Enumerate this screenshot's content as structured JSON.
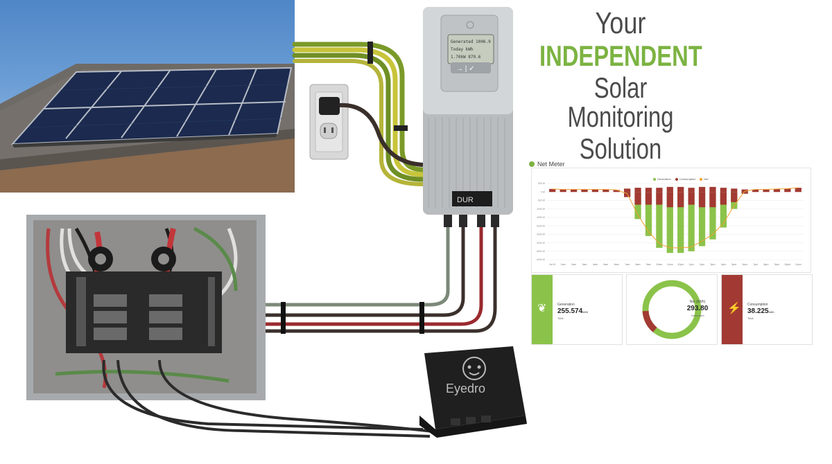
{
  "headline": {
    "line1": "Your",
    "line2": "INDEPENDENT",
    "line3": "Solar Monitoring",
    "line4": "Solution"
  },
  "device": {
    "brand": "DUR",
    "screen_lines": [
      "Generated 1006.9",
      "Today   kWh",
      "1.70kW   879.6"
    ]
  },
  "monitor": {
    "brand": "Eyedro",
    "icon": "eyedro-plug-logo"
  },
  "dashboard": {
    "title": "Net Meter",
    "legend": [
      "Generation",
      "Consumption",
      "Net"
    ],
    "colors": {
      "generation": "#8bc34a",
      "consumption": "#a23a33",
      "net": "#f0a030"
    },
    "generation_card": {
      "label": "Generation",
      "value": "255.574",
      "unit": "kWh",
      "sub": "Total",
      "icon": "leaf-icon"
    },
    "net_card": {
      "label": "Net (kWh)",
      "value": "293.80",
      "sub": "Generated"
    },
    "consumption_card": {
      "label": "Consumption",
      "value": "38.225",
      "unit": "kWh",
      "sub": "Total",
      "icon": "lightning-icon"
    }
  },
  "chart_data": {
    "type": "bar",
    "categories": [
      "Jul 10",
      "1am",
      "2am",
      "3am",
      "4am",
      "5am",
      "6am",
      "7am",
      "8am",
      "9am",
      "10am",
      "11am",
      "12pm",
      "1pm",
      "2pm",
      "3pm",
      "4pm",
      "5pm",
      "6pm",
      "7pm",
      "8pm",
      "9pm",
      "10pm",
      "11pm"
    ],
    "series": [
      {
        "name": "Generation",
        "values": [
          0,
          0,
          0,
          0,
          0,
          0,
          0,
          -0.3,
          -1.6,
          -2.6,
          -3.3,
          -3.6,
          -3.6,
          -3.5,
          -3.2,
          -2.8,
          -2.1,
          -1.0,
          -0.1,
          0,
          0,
          0,
          0,
          0
        ]
      },
      {
        "name": "Consumption",
        "values": [
          0.18,
          0.15,
          0.15,
          0.15,
          0.15,
          0.15,
          0.12,
          0.2,
          0.25,
          0.25,
          0.25,
          0.3,
          0.3,
          0.25,
          0.3,
          0.3,
          0.25,
          0.2,
          0.15,
          0.15,
          0.15,
          0.18,
          0.2,
          0.25
        ]
      },
      {
        "name": "Net",
        "values": [
          0.18,
          0.15,
          0.15,
          0.15,
          0.15,
          0.15,
          0.12,
          -0.1,
          -1.35,
          -2.35,
          -3.05,
          -3.3,
          -3.3,
          -3.25,
          -2.9,
          -2.5,
          -1.85,
          -0.8,
          0.05,
          0.15,
          0.15,
          0.18,
          0.2,
          0.25
        ]
      }
    ],
    "ylim": [
      -4.0,
      0.5
    ],
    "legend_position": "top-center",
    "grid": true
  }
}
